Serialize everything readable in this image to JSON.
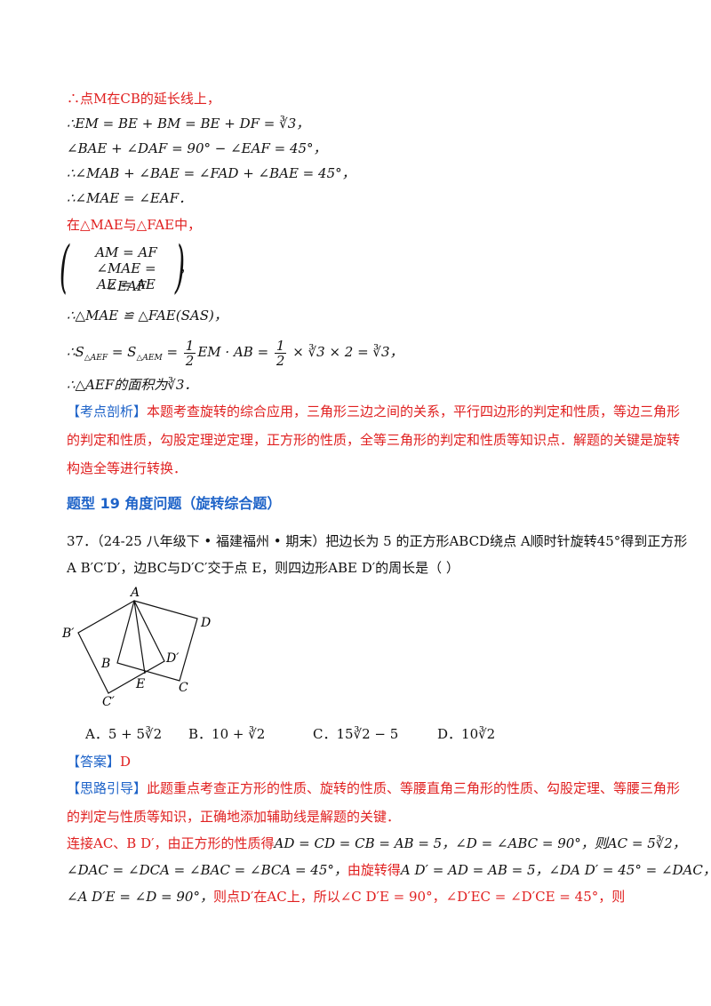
{
  "lines": {
    "l1": "∴点M在CB的延长线上，",
    "l2": "∴EM = BE + BM = BE + DF = ∛3，",
    "l3": "∠BAE + ∠DAF = 90° − ∠EAF = 45°，",
    "l4": "∴∠MAB + ∠BAE = ∠FAD + ∠BAE = 45°，",
    "l5": "∴∠MAE = ∠EAF．",
    "l6": "在△MAE与△FAE中，",
    "sys1": "AM = AF",
    "sys2": "∠MAE = ∠EAF",
    "sys3": "AE = AE",
    "sys_tail": "，",
    "l7": "∴△MAE ≌ △FAE(SAS)，",
    "l8_a": "∴S",
    "l8_sub1": "△AEF",
    "l8_b": " = S",
    "l8_sub2": "△AEM",
    "l8_c": " = ",
    "l8_f1n": "1",
    "l8_f1d": "2",
    "l8_d": "EM · AB = ",
    "l8_f2n": "1",
    "l8_f2d": "2",
    "l8_e": " × ∛3 × 2 = ∛3，",
    "l9": "∴△AEF的面积为∛3．",
    "analysis_tag": "【考点剖析】",
    "analysis_1": "本题考查旋转的综合应用，三角形三边之间的关系，平行四边形的判定和性质，等边三角形",
    "analysis_2": "的判定和性质，勾股定理逆定理，正方形的性质，全等三角形的判定和性质等知识点．解题的关键是旋转",
    "analysis_3": "构造全等进行转换．"
  },
  "section": {
    "title": "题型 19  角度问题（旋转综合题）"
  },
  "question": {
    "q1": "37．（24-25 八年级下 • 福建福州 • 期末）把边长为 5 的正方形ABCD绕点 A顺时针旋转45°得到正方形",
    "q2": "A B′C′D′，边BC与D′C′交于点 E，则四边形ABE D′的周长是（        ）"
  },
  "figure": {
    "labels": {
      "A": "A",
      "B": "B",
      "C": "C",
      "D": "D",
      "Bp": "B′",
      "Cp": "C′",
      "Dp": "D′",
      "E": "E"
    }
  },
  "options": {
    "a": "A．5 + 5∛2",
    "b": "B．10 + ∛2",
    "c": "C．15∛2 − 5",
    "d": "D．10∛2"
  },
  "answer": {
    "tag": "【答案】",
    "value": "D"
  },
  "guide": {
    "tag": "【思路引导】",
    "g1": "此题重点考查正方形的性质、旋转的性质、等腰直角三角形的性质、勾股定理、等腰三角形",
    "g2": "的判定与性质等知识，正确地添加辅助线是解题的关键．",
    "s1_a": "连接AC、B D′，由正方形的性质得",
    "s1_b": "AD = CD = CB = AB = 5，∠D = ∠ABC = 90°，则AC = 5∛2，",
    "s2_a": "∠DAC = ∠DCA = ∠BAC = ∠BCA = 45°，",
    "s2_b": "由旋转得",
    "s2_c": "A D′ = AD = AB = 5，∠DA D′ = 45° = ∠DAC，",
    "s3_a": "∠A D′E = ∠D = 90°，",
    "s3_b": "则点D′在AC上，所以∠C D′E = 90°，∠D′EC = ∠D′CE = 45°，",
    "s3_c": "则"
  },
  "colors": {
    "red": "#e02020",
    "blue": "#1e63c8",
    "black": "#111111"
  }
}
